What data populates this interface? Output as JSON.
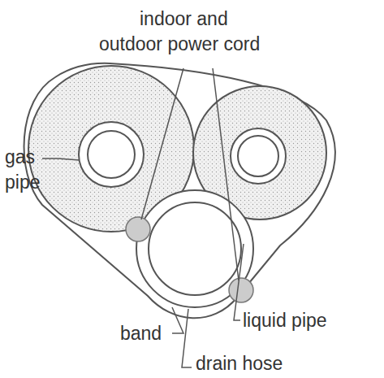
{
  "diagram": {
    "labels": [
      "indoor and outdoor power cord",
      "gas pipe",
      "liquid pipe",
      "band",
      "drain hose"
    ]
  }
}
